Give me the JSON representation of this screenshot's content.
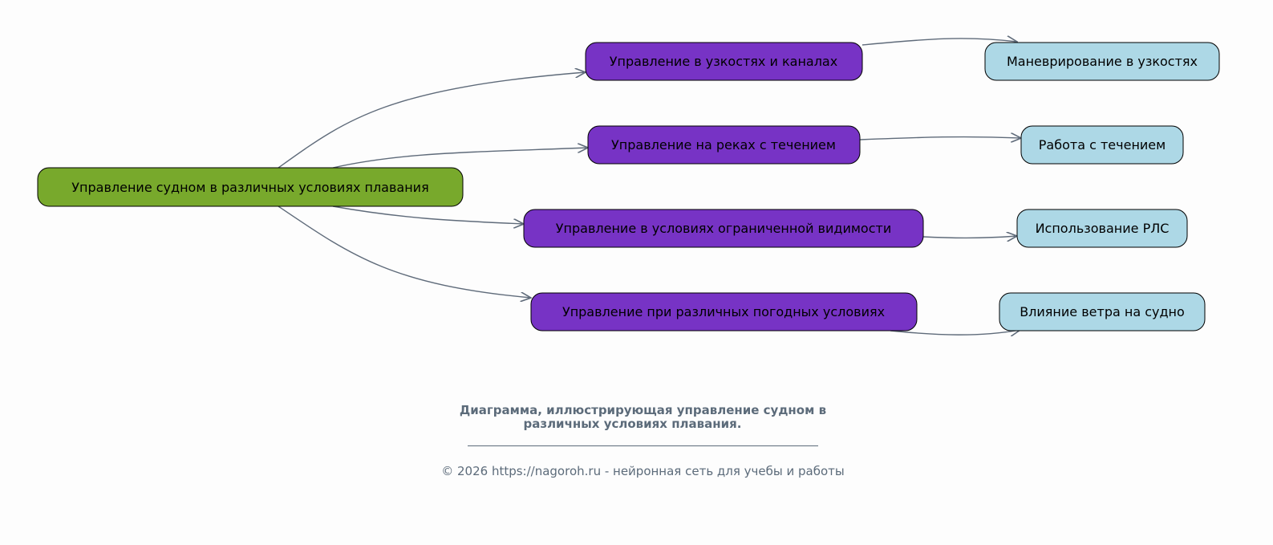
{
  "root": {
    "label": "Управление судном в различных условиях плавания",
    "color": "#78a92c"
  },
  "branches": [
    {
      "label": "Управление в узкостях и каналах",
      "child": "Маневрирование в узкостях"
    },
    {
      "label": "Управление на реках с течением",
      "child": "Работа с течением"
    },
    {
      "label": "Управление в условиях ограниченной видимости",
      "child": "Использование РЛС"
    },
    {
      "label": "Управление при различных погодных условиях",
      "child": "Влияние ветра на судно"
    }
  ],
  "colors": {
    "branch": "#7733c5",
    "leaf": "#add8e6",
    "edge": "#5f6b7a"
  },
  "caption": {
    "line1": "Диаграмма, иллюстрирующая управление судном в",
    "line2": "различных условиях плавания.",
    "footer": "© 2026 https://nagoroh.ru - нейронная сеть для учебы и работы"
  }
}
